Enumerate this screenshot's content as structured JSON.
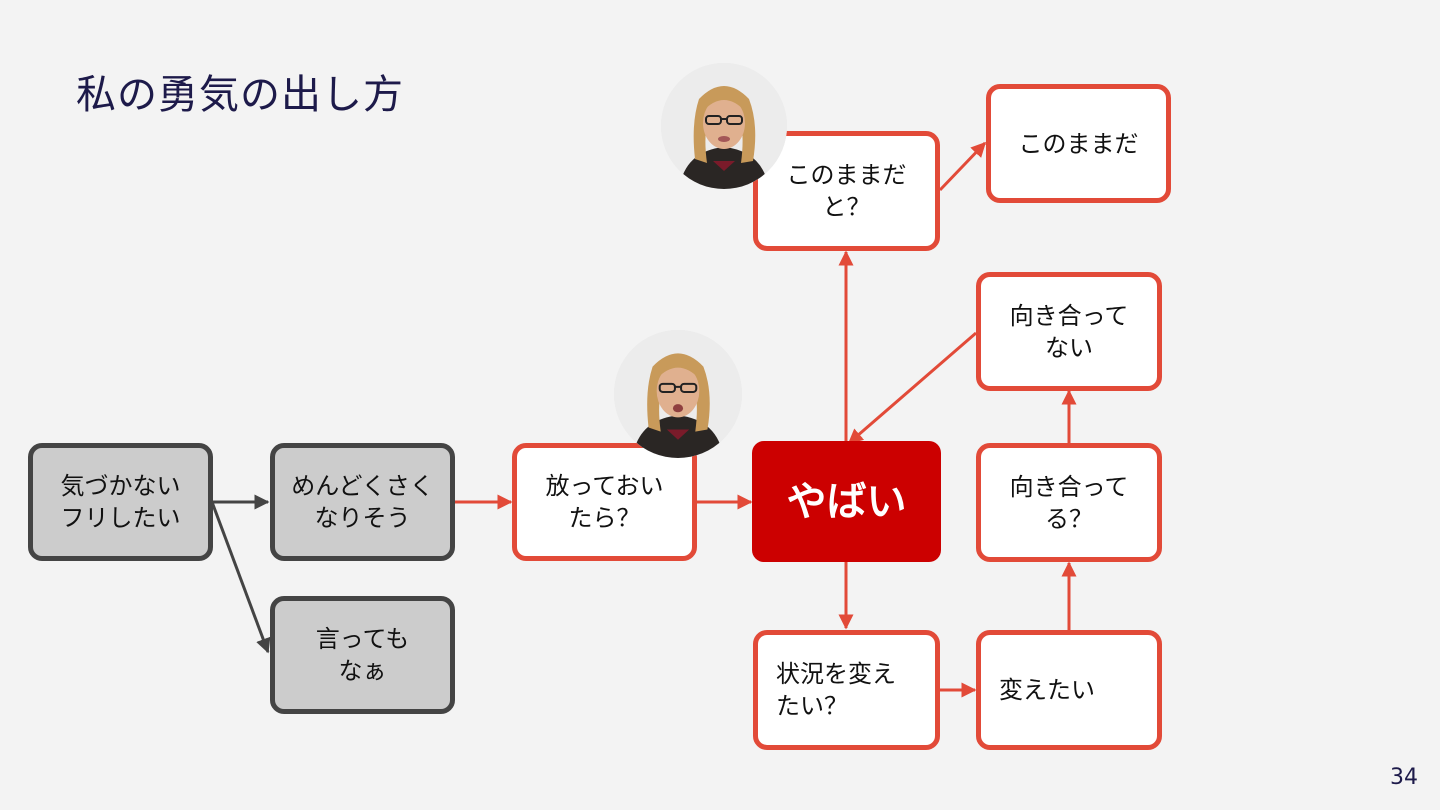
{
  "title": "私の勇気の出し方",
  "page_number": "34",
  "colors": {
    "accent": "#e24a38",
    "hot": "#cc0000",
    "gray_border": "#444444",
    "gray_fill": "#cccccc",
    "title": "#1d1a4a"
  },
  "nodes": {
    "kizukanai": "気づかない\nフリしたい",
    "mendoku": "めんどくさく\nなりそう",
    "ittemo": "言っても\nなぁ",
    "hottoitara": "放っておい\nたら？",
    "yabai": "やばい",
    "konomama_q": "このままだ\nと？",
    "konomama": "このままだ",
    "mukiatte_nai": "向き合って\nない",
    "mukiatte_ru": "向き合って\nる？",
    "joukyou": "状況を変え\nたい？",
    "kaetai": "変えたい"
  }
}
